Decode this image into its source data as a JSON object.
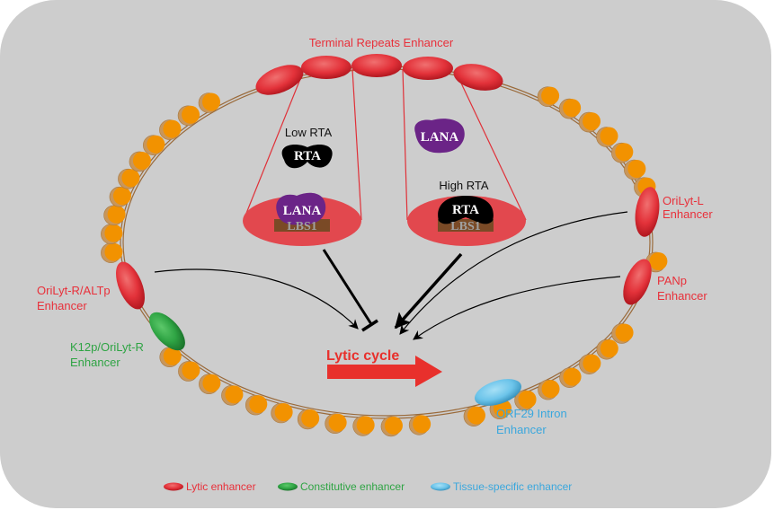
{
  "colors": {
    "background": "#cdcdcd",
    "lytic": "#e8303a",
    "constitutive": "#2fa444",
    "tissue_specific": "#3aa7dd",
    "bead": "#f29200",
    "bead_shadow": "#c8965a",
    "string": "#9a6a3a",
    "lana": "#6b2487",
    "rta": "#000000",
    "lbs1": "#7a4a26",
    "lytic_arrow": "#e8302c"
  },
  "labels": {
    "terminal_repeats": "Terminal Repeats Enhancer",
    "orilyt_l": [
      "OriLyt-L",
      "Enhancer"
    ],
    "panp": [
      "PANp",
      "Enhancer"
    ],
    "orilyt_r_altp": [
      "OriLyt-R/ALTp",
      "Enhancer"
    ],
    "k12p_orilyt_r": [
      "K12p/OriLyt-R",
      "Enhancer"
    ],
    "orf29_intron": [
      "ORF29 Intron",
      "Enhancer"
    ],
    "lytic_cycle": "Lytic cycle"
  },
  "panels": {
    "left": {
      "condition": "Low RTA",
      "free_protein": "RTA",
      "bound_protein": "LANA",
      "site": "LBS1",
      "effect": "inhibits"
    },
    "right": {
      "condition": "High RTA",
      "free_protein": "LANA",
      "bound_protein": "RTA",
      "site": "LBS1",
      "effect": "activates"
    }
  },
  "legend": [
    {
      "key": "lytic",
      "label": "Lytic enhancer"
    },
    {
      "key": "constitutive",
      "label": "Constitutive enhancer"
    },
    {
      "key": "tissue_specific",
      "label": "Tissue-specific enhancer"
    }
  ]
}
